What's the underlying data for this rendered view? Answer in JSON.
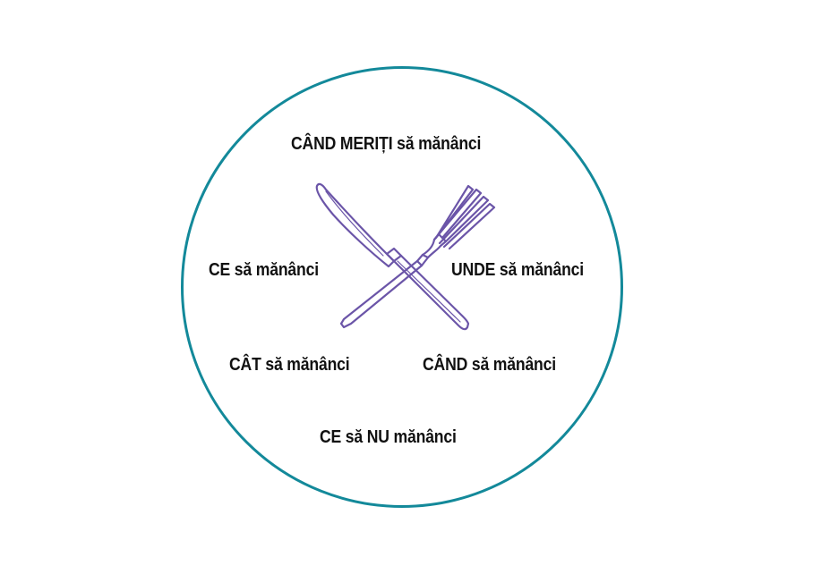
{
  "labels": {
    "top": "CÂND MERIȚI să mănânci",
    "left": "CE să mănânci",
    "right": "UNDE să mănânci",
    "bottom_left": "CÂT să mănânci",
    "bottom_right": "CÂND să mănânci",
    "bottom": "CE să NU mănânci"
  },
  "colors": {
    "plate_ring": "#13899a",
    "cutlery": "#6b55a8",
    "text": "#111111"
  },
  "icons": {
    "center": "crossed-knife-and-fork-icon"
  }
}
